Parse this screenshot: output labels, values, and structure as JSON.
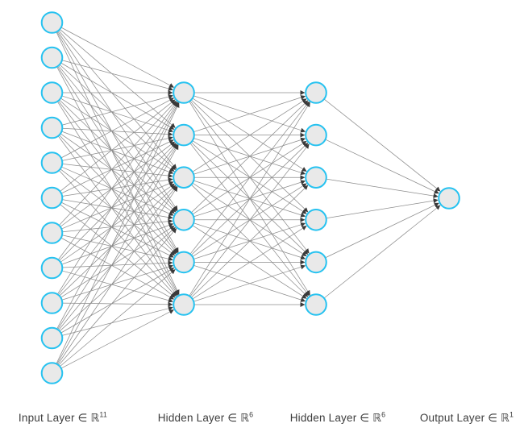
{
  "diagram": {
    "type": "fully-connected-neural-network",
    "connections": "dense-between-adjacent-layers",
    "layers": [
      {
        "name": "input",
        "label_base": "Input Layer ∈ ℝ",
        "label_sup": "11",
        "units": 11
      },
      {
        "name": "hidden-1",
        "label_base": "Hidden Layer ∈ ℝ",
        "label_sup": "6",
        "units": 6
      },
      {
        "name": "hidden-2",
        "label_base": "Hidden Layer ∈ ℝ",
        "label_sup": "6",
        "units": 6
      },
      {
        "name": "output",
        "label_base": "Output Layer ∈ ℝ",
        "label_sup": "1",
        "units": 1
      }
    ],
    "colors": {
      "background": "#ffffff",
      "node_fill": "#e9e9e9",
      "node_stroke": "#26c2f0",
      "edge": "#8c8c8c",
      "arrowhead": "#3a3a3a",
      "label_text": "#3c3c3c"
    }
  }
}
